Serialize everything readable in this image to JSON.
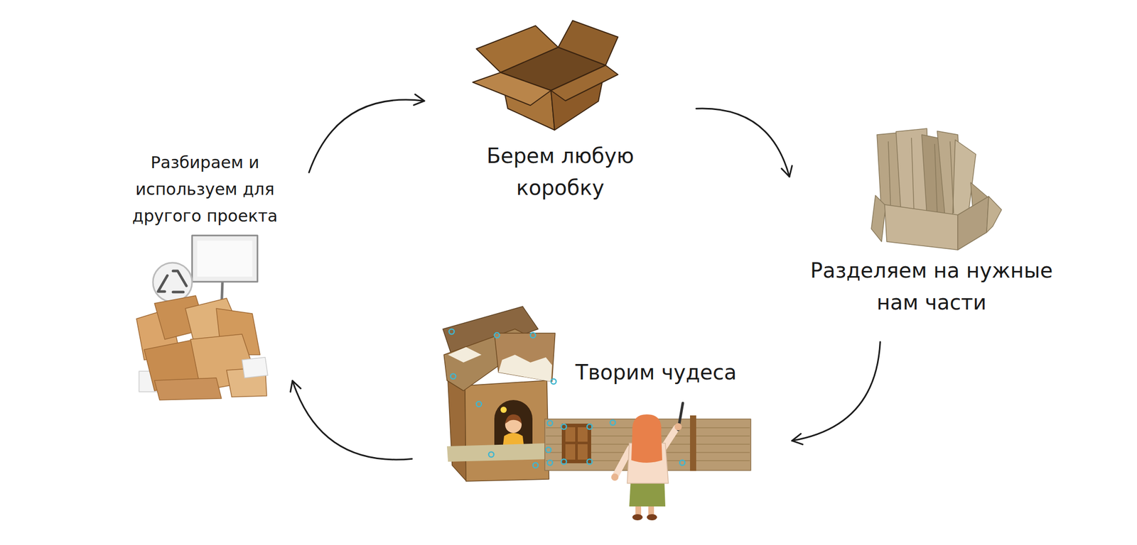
{
  "diagram": {
    "nodes": [
      {
        "text": [
          "Берем любую коробку"
        ]
      },
      {
        "text": [
          "Разделяем на нужные нам части"
        ]
      },
      {
        "text": [
          "Творим чудеса"
        ]
      },
      {
        "text": [
          "Разбираем и используем для другого проекта"
        ]
      }
    ],
    "edges": [
      {
        "from": 0,
        "to": 1,
        "arrow": "to"
      },
      {
        "from": 1,
        "to": 2,
        "arrow": "to"
      },
      {
        "from": 2,
        "to": 3,
        "arrow": "to"
      },
      {
        "from": 3,
        "to": 0,
        "arrow": "to"
      }
    ]
  }
}
